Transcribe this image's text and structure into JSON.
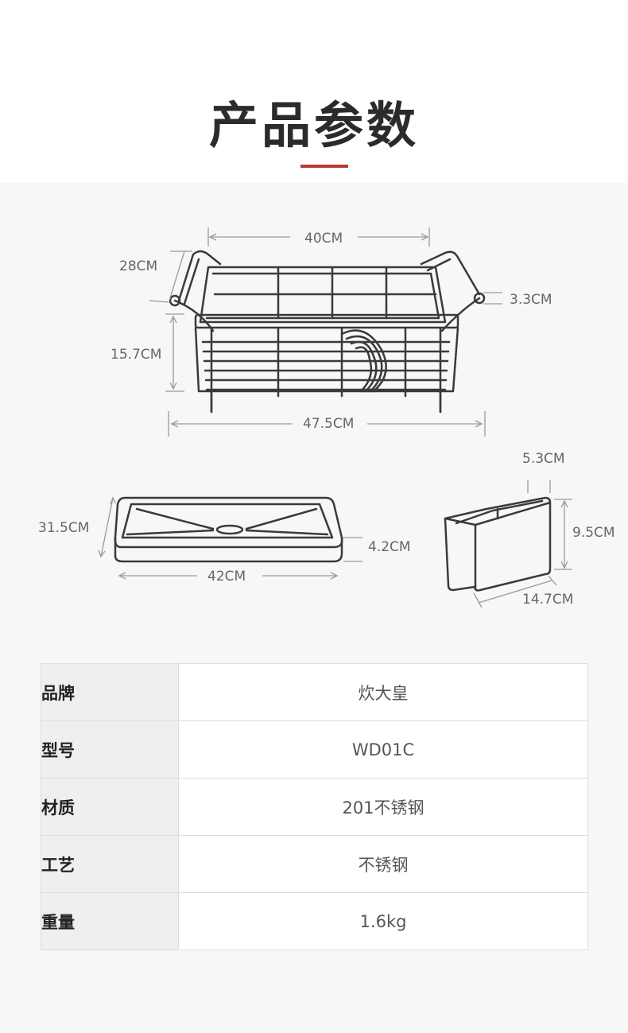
{
  "page": {
    "title": "产品参数"
  },
  "dimensions": {
    "rack_length": "40CM",
    "rack_depth": "28CM",
    "rack_height": "15.7CM",
    "handle_height": "3.3CM",
    "rack_overall_length": "47.5CM",
    "tray_depth": "31.5CM",
    "tray_height": "4.2CM",
    "tray_length": "42CM",
    "holder_width": "5.3CM",
    "holder_height": "9.5CM",
    "holder_length": "14.7CM"
  },
  "specs": [
    {
      "key": "品牌",
      "value": "炊大皇"
    },
    {
      "key": "型号",
      "value": "WD01C"
    },
    {
      "key": "材质",
      "value": "201不锈钢"
    },
    {
      "key": "工艺",
      "value": "不锈钢"
    },
    {
      "key": "重量",
      "value": "1.6kg"
    }
  ]
}
